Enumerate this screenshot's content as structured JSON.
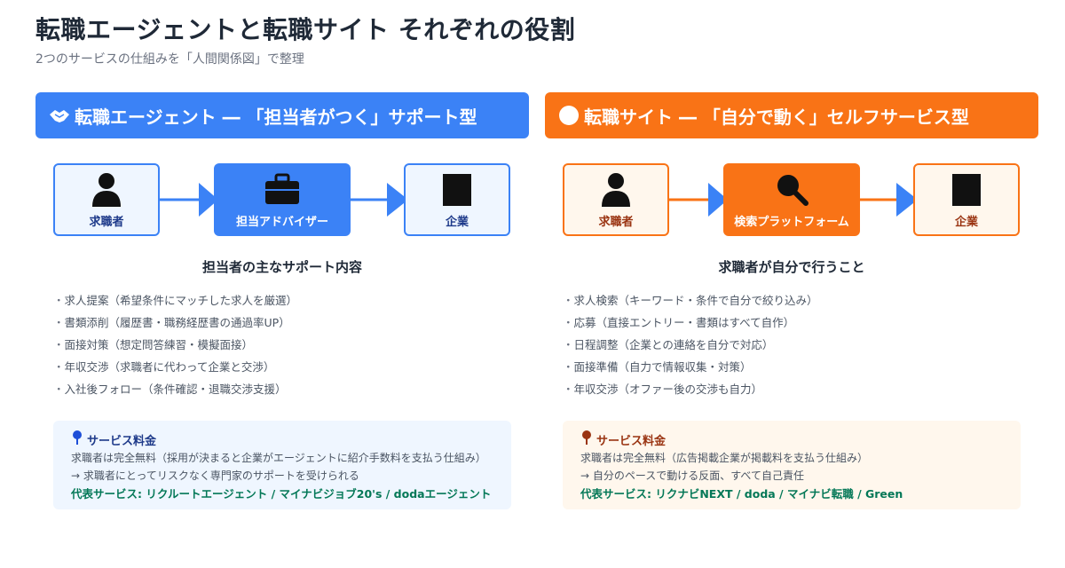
{
  "header": {
    "title": "転職エージェントと転職サイト それぞれの役割",
    "subtitle": "2つのサービスの仕組みを「人間関係図」で整理"
  },
  "colors": {
    "blue": "#3b82f6",
    "orange": "#f97316",
    "green": "#047857"
  },
  "agent": {
    "banner_icon": "handshake-icon",
    "banner": "転職エージェント ― 「担当者がつく」サポート型",
    "flow": {
      "nodes": [
        {
          "label": "求職者",
          "icon": "person-icon"
        },
        {
          "label": "担当アドバイザー",
          "icon": "briefcase-icon"
        },
        {
          "label": "企業",
          "icon": "building-icon"
        }
      ]
    },
    "section_title": "担当者の主なサポート内容",
    "items": [
      "求人提案（希望条件にマッチした求人を厳選）",
      "書類添削（履歴書・職務経歴書の通過率UP）",
      "面接対策（想定問答練習・模擬面接）",
      "年収交渉（求職者に代わって企業と交渉）",
      "入社後フォロー（条件確認・退職交渉支援）"
    ],
    "fee": {
      "icon": "pin-icon",
      "title": "サービス料金",
      "line1": "求職者は完全無料（採用が決まると企業がエージェントに紹介手数料を支払う仕組み）",
      "line2": "→ 求職者にとってリスクなく専門家のサポートを受けられる",
      "services": "代表サービス: リクルートエージェント / マイナビジョブ20's / dodaエージェント"
    }
  },
  "site": {
    "banner_icon": "globe-icon",
    "banner": "転職サイト ― 「自分で動く」セルフサービス型",
    "flow": {
      "nodes": [
        {
          "label": "求職者",
          "icon": "person-icon"
        },
        {
          "label": "検索プラットフォーム",
          "icon": "magnifier-icon"
        },
        {
          "label": "企業",
          "icon": "building-icon"
        }
      ]
    },
    "section_title": "求職者が自分で行うこと",
    "items": [
      "求人検索（キーワード・条件で自分で絞り込み）",
      "応募（直接エントリー・書類はすべて自作）",
      "日程調整（企業との連絡を自分で対応）",
      "面接準備（自力で情報収集・対策）",
      "年収交渉（オファー後の交渉も自力）"
    ],
    "fee": {
      "icon": "pin-icon",
      "title": "サービス料金",
      "line1": "求職者は完全無料（広告掲載企業が掲載料を支払う仕組み）",
      "line2": "→ 自分のペースで動ける反面、すべて自己責任",
      "services": "代表サービス: リクナビNEXT / doda / マイナビ転職 / Green"
    }
  }
}
